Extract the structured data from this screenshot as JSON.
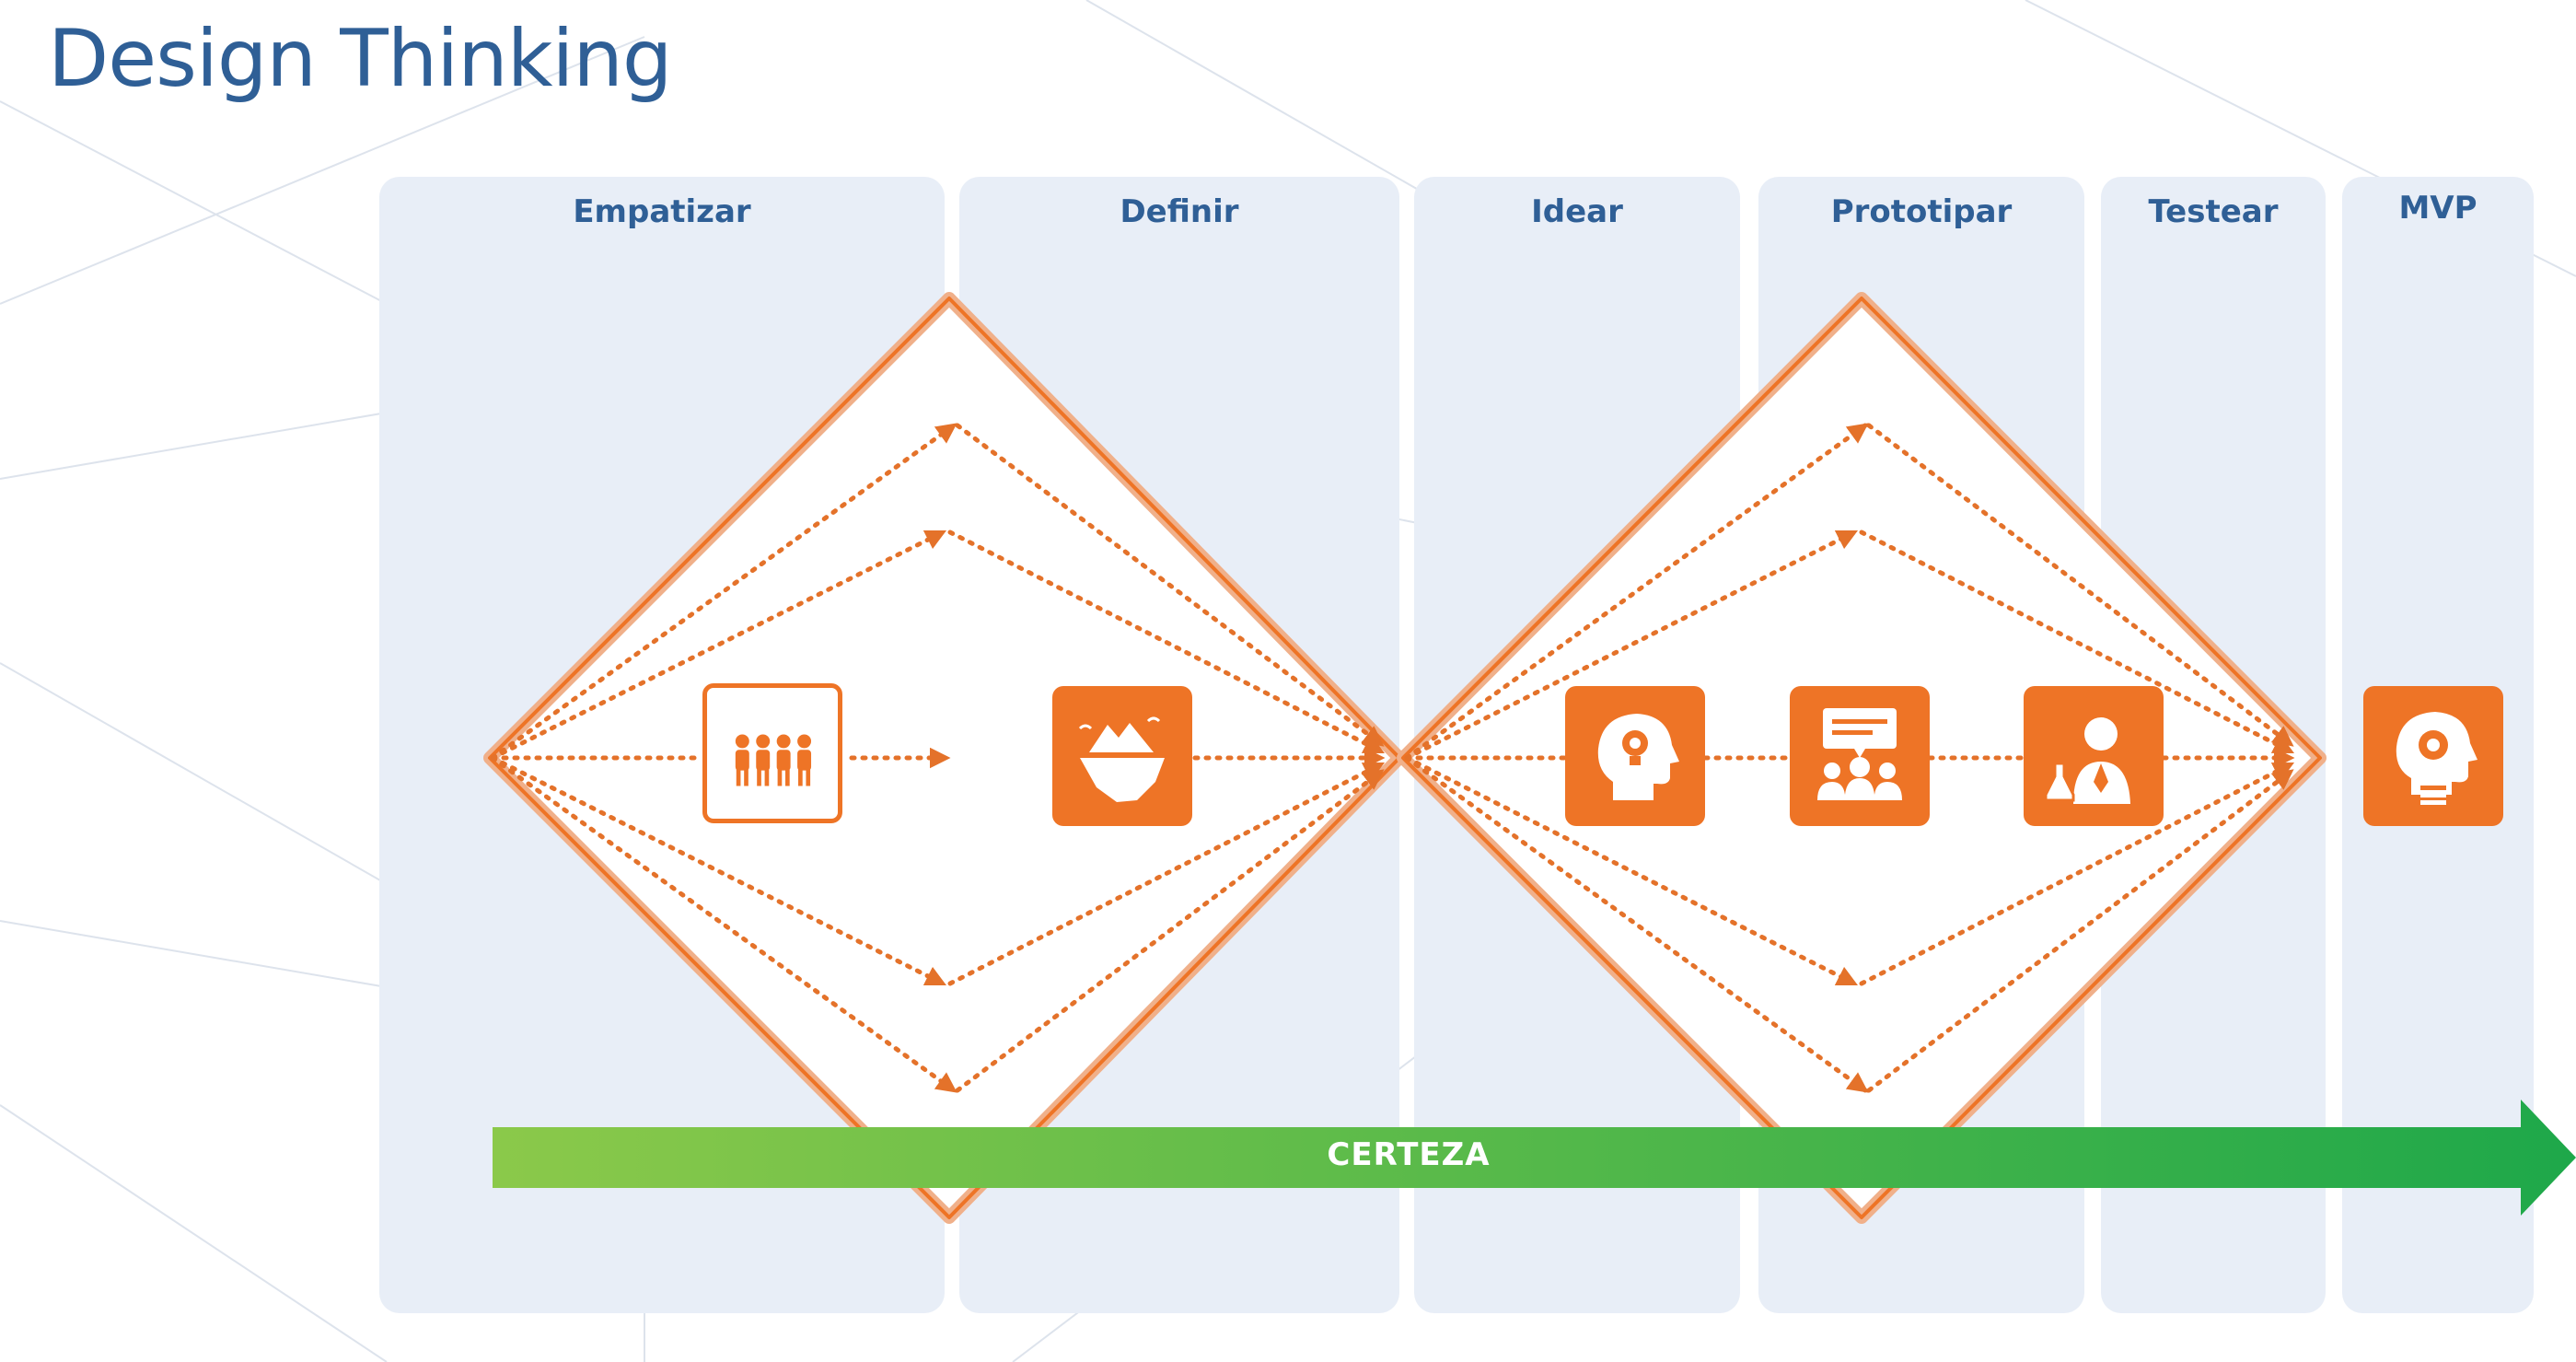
{
  "title": "Design Thinking",
  "phases": [
    {
      "label": "Empatizar"
    },
    {
      "label": "Definir"
    },
    {
      "label": "Idear"
    },
    {
      "label": "Prototipar"
    },
    {
      "label": "Testear"
    },
    {
      "label": "MVP"
    }
  ],
  "arrow": {
    "label": "CERTEZA"
  },
  "colors": {
    "title": "#2f5f96",
    "column_bg": "#e8eef7",
    "accent_orange": "#ee7426",
    "arrow_start": "#8bc94a",
    "arrow_end": "#1ea84a"
  },
  "icons": [
    "people-group-icon",
    "iceberg-icon",
    "head-lightbulb-icon",
    "team-presentation-icon",
    "scientist-icon",
    "head-gear-icon"
  ]
}
